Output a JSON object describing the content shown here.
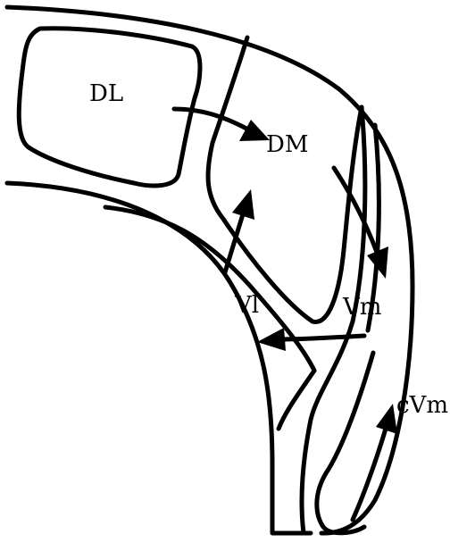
{
  "labels": {
    "dl": "DL",
    "dm": "DM",
    "vl": "Vl",
    "vm": "Vm",
    "cvm": "cVm"
  }
}
